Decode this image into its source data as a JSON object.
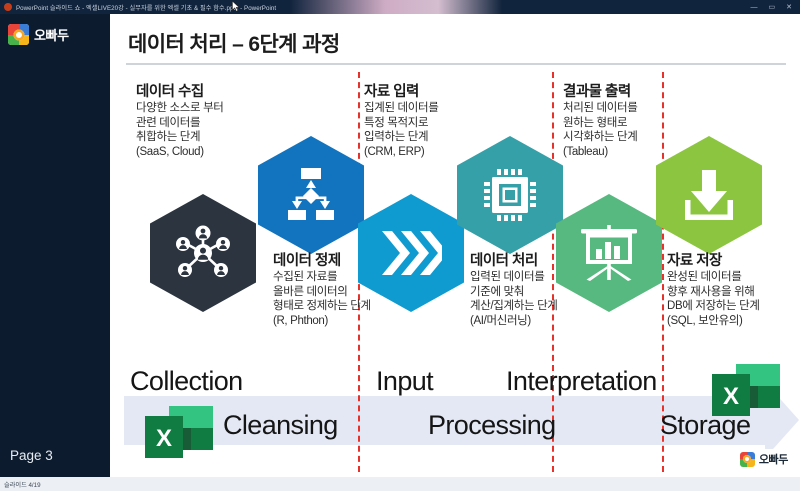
{
  "window": {
    "title": "PowerPoint 슬라이드 쇼  -  엑셀LIVE20강 - 실무자를 위한 엑셀 기초 & 필수 함수.pptx - PowerPoint",
    "app_icon": "powerpoint-icon",
    "minimize_label": "—",
    "maximize_label": "▭",
    "close_label": "✕"
  },
  "rail": {
    "logo_text": "오빠두",
    "logo_icon": "oppadu-logo-icon",
    "page_indicator": "Page 3"
  },
  "statusbar": {
    "text": "슬라이드 4/19"
  },
  "slide": {
    "title": "데이터 처리 – 6단계 과정",
    "logo_text": "오빠두",
    "steps": [
      {
        "heading": "데이터 수집",
        "body": "다양한 소스로 부터\n관련 데이터를\n취합하는 단계\n(SaaS, Cloud)",
        "icon": "people-network-icon",
        "color": "#2c3440"
      },
      {
        "heading": "데이터 정제",
        "body": "수집된 자료를\n올바른 데이터의\n형태로 정제하는 단계\n(R, Phthon)",
        "icon": "flowchart-icon",
        "color": "#1273be"
      },
      {
        "heading": "자료 입력",
        "body": "집계된 데이터를\n특정 목적지로\n입력하는 단계\n(CRM, ERP)",
        "icon": "triple-chevron-icon",
        "color": "#0f9bd0"
      },
      {
        "heading": "데이터 처리",
        "body": "입력된 데이터를\n기준에 맞춰\n계산/집계하는 단계\n(AI/머신러닝)",
        "icon": "cpu-chip-icon",
        "color": "#35a0a8"
      },
      {
        "heading": "결과물 출력",
        "body": "처리된 데이터를\n원하는 형태로\n시각화하는 단계\n(Tableau)",
        "icon": "presentation-chart-icon",
        "color": "#57b97f"
      },
      {
        "heading": "자료 저장",
        "body": "완성된 데이터를\n향후 재사용을 위해\nDB에 저장하는 단계\n(SQL, 보안유의)",
        "icon": "download-save-icon",
        "color": "#8cc640"
      }
    ],
    "english_labels": [
      {
        "text": "Collection"
      },
      {
        "text": "Cleansing"
      },
      {
        "text": "Input"
      },
      {
        "text": "Processing"
      },
      {
        "text": "Interpretation"
      },
      {
        "text": "Storage"
      }
    ],
    "excel_icons": [
      {
        "name": "excel-icon-left",
        "letter": "X"
      },
      {
        "name": "excel-icon-right",
        "letter": "X"
      }
    ],
    "accent_colors": {
      "divider_red": "#e8312a",
      "band_blue": "#e3e8f4"
    }
  }
}
